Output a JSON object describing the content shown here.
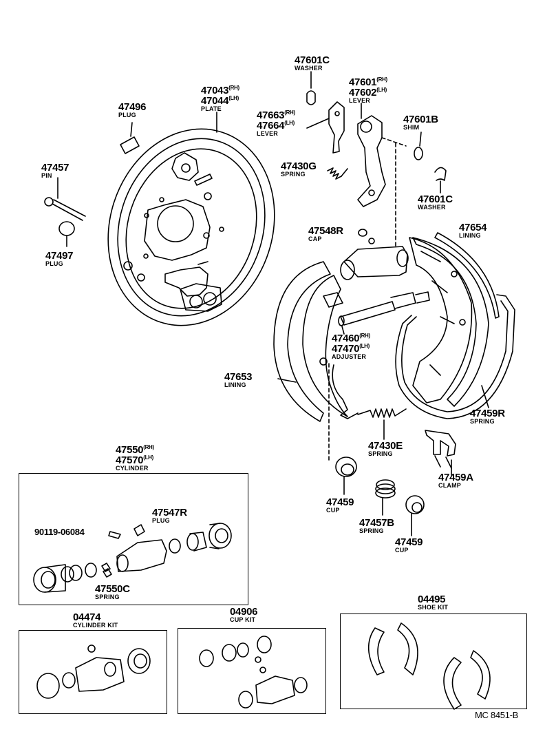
{
  "parts": {
    "p47601c_top": {
      "num": "47601C",
      "name": "WASHER"
    },
    "p47601": {
      "num": "47601",
      "side": "(RH)"
    },
    "p47602": {
      "num": "47602",
      "side": "(LH)",
      "name": "LEVER"
    },
    "p47043": {
      "num": "47043",
      "side": "(RH)"
    },
    "p47044": {
      "num": "47044",
      "side": "(LH)",
      "name": "PLATE"
    },
    "p47496": {
      "num": "47496",
      "name": "PLUG"
    },
    "p47663": {
      "num": "47663",
      "side": "(RH)"
    },
    "p47664": {
      "num": "47664",
      "side": "(LH)",
      "name": "LEVER"
    },
    "p47601b": {
      "num": "47601B",
      "name": "SHIM"
    },
    "p47457": {
      "num": "47457",
      "name": "PIN"
    },
    "p47430g": {
      "num": "47430G",
      "name": "SPRING"
    },
    "p47601c_bot": {
      "num": "47601C",
      "name": "WASHER"
    },
    "p47497": {
      "num": "47497",
      "name": "PLUG"
    },
    "p47548r": {
      "num": "47548R",
      "name": "CAP"
    },
    "p47654": {
      "num": "47654",
      "name": "LINING"
    },
    "p47460": {
      "num": "47460",
      "side": "(RH)"
    },
    "p47470": {
      "num": "47470",
      "side": "(LH)",
      "name": "ADJUSTER"
    },
    "p47653": {
      "num": "47653",
      "name": "LINING"
    },
    "p47459r": {
      "num": "47459R",
      "name": "SPRING"
    },
    "p47430e": {
      "num": "47430E",
      "name": "SPRING"
    },
    "p47550": {
      "num": "47550",
      "side": "(RH)"
    },
    "p47570": {
      "num": "47570",
      "side": "(LH)",
      "name": "CYLINDER"
    },
    "p47459a": {
      "num": "47459A",
      "name": "CLAMP"
    },
    "p47459_left": {
      "num": "47459",
      "name": "CUP"
    },
    "p47457b": {
      "num": "47457B",
      "name": "SPRING"
    },
    "p47459_right": {
      "num": "47459",
      "name": "CUP"
    },
    "p47547r": {
      "num": "47547R",
      "name": "PLUG"
    },
    "p90119": {
      "num": "90119-06084"
    },
    "p47550c": {
      "num": "47550C",
      "name": "SPRING"
    },
    "p04495": {
      "num": "04495",
      "name": "SHOE KIT"
    },
    "p04474": {
      "num": "04474",
      "name": "CYLINDER KIT"
    },
    "p04906": {
      "num": "04906",
      "name": "CUP KIT"
    }
  },
  "diagram_code": "MC 8451-B"
}
